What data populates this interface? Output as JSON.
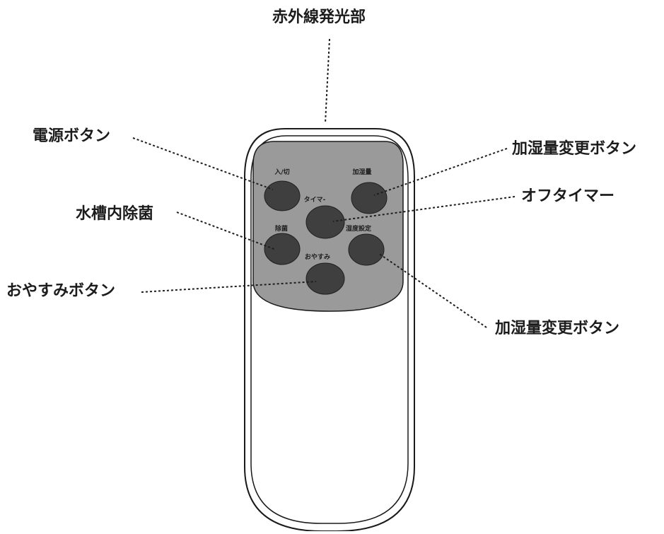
{
  "callouts": {
    "ir_emitter": "赤外線発光部",
    "power": "電源ボタン",
    "tank_sterilize": "水槽内除菌",
    "sleep": "おやすみボタン",
    "humidify_amount_top": "加湿量変更ボタン",
    "off_timer": "オフタイマー",
    "humidify_amount_bottom": "加湿量変更ボタン"
  },
  "remote": {
    "power_label": "入/切",
    "humidify_amount_label": "加湿量",
    "timer_label": "タイマ-",
    "sterilize_label": "除菌",
    "humidity_setting_label": "湿度設定",
    "sleep_label": "おやすみ"
  },
  "colors": {
    "panel": "#9a9a9a",
    "button": "#3f3f3f",
    "outline": "#1a1a1a",
    "background": "#ffffff"
  }
}
